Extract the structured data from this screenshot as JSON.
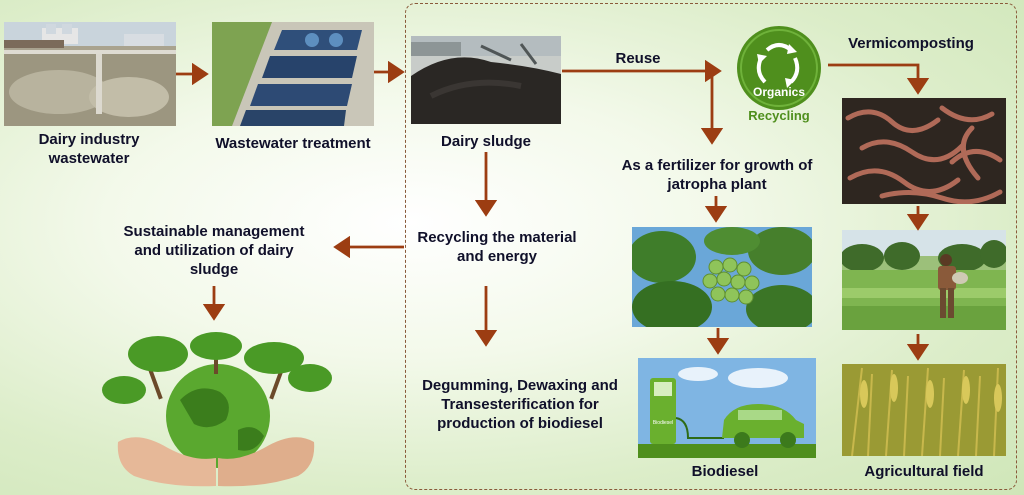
{
  "labels": {
    "dairy_wastewater": "Dairy industry wastewater",
    "wastewater_treatment": "Wastewater treatment",
    "dairy_sludge": "Dairy sludge",
    "reuse": "Reuse",
    "vermicomposting": "Vermicomposting",
    "organics": "Organics",
    "recycling": "Recycling",
    "fertilizer": "As a fertilizer for growth of jatropha plant",
    "sustainable": "Sustainable management and utilization of dairy sludge",
    "recycling_material": "Recycling the material and energy",
    "degumming": "Degumming, Dewaxing and Transesterification for production of biodiesel",
    "biodiesel": "Biodiesel",
    "agricultural_field": "Agricultural field",
    "fuel_pump_text": "Biodiesel"
  },
  "colors": {
    "arrow": "#9c3d12",
    "label_text": "#10102a",
    "organics_green": "#4f8f1d",
    "frame_border": "#8a5a3a"
  },
  "icons": {
    "organics_logo": "recycle-icon",
    "fuel_pump": "fuel-pump-icon"
  }
}
